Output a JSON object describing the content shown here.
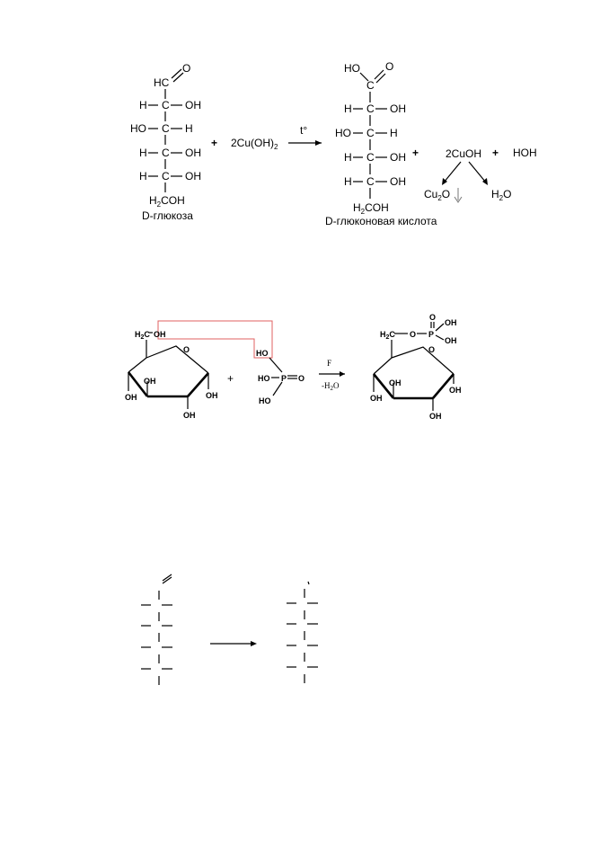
{
  "reaction1": {
    "glucose": {
      "top": "HC",
      "top_o": "O",
      "rows": [
        {
          "left": "H",
          "right": "OH"
        },
        {
          "left": "HO",
          "right": "H"
        },
        {
          "left": "H",
          "right": "OH"
        },
        {
          "left": "H",
          "right": "OH"
        }
      ],
      "bottom": "H",
      "bottom_sub": "2",
      "bottom_tail": "COH",
      "carbon": "C",
      "name": "D-глюкоза"
    },
    "plus1": "+",
    "reagent": "2Cu(OH)",
    "reagent_sub": "2",
    "condition": "t°",
    "acid": {
      "top_ho": "HO",
      "top_o": "O",
      "rows": [
        {
          "left": "H",
          "right": "OH"
        },
        {
          "left": "HO",
          "right": "H"
        },
        {
          "left": "H",
          "right": "OH"
        },
        {
          "left": "H",
          "right": "OH"
        }
      ],
      "bottom": "H",
      "bottom_sub": "2",
      "bottom_tail": "COH",
      "carbon": "C",
      "name": "D-глюконовая кислота"
    },
    "plus2": "+",
    "cuoh": "2CuOH",
    "plus3": "+",
    "hoh": "HOH",
    "cu2o": "Cu",
    "cu2o_sub": "2",
    "cu2o_tail": "O",
    "h2o": "H",
    "h2o_sub": "2",
    "h2o_tail": "O"
  },
  "reaction2": {
    "h2c": "H",
    "h2c_sub": "2",
    "h2c_tail": "C",
    "oh_top": "OH",
    "ring_o": "O",
    "oh_1": "OH",
    "oh_2": "OH",
    "oh_3": "OH",
    "oh_4": "OH",
    "plus": "+",
    "p_ho_top": "HO",
    "p_ho_left": "HO",
    "p_p": "P",
    "p_o": "O",
    "p_ho_bottom": "HO",
    "condition_top": "F",
    "condition_bottom": "-H",
    "condition_sub": "2",
    "condition_tail": "O",
    "prod_h2c": "H",
    "prod_h2c_sub": "2",
    "prod_h2c_tail": "C",
    "prod_o": "O",
    "prod_p": "P",
    "prod_p_o": "O",
    "prod_oh1": "OH",
    "prod_oh2": "OH",
    "prod_ring_o": "O",
    "prod_oh_3": "OH",
    "prod_oh_4": "OH",
    "prod_oh_5": "OH",
    "prod_oh_6": "OH"
  }
}
